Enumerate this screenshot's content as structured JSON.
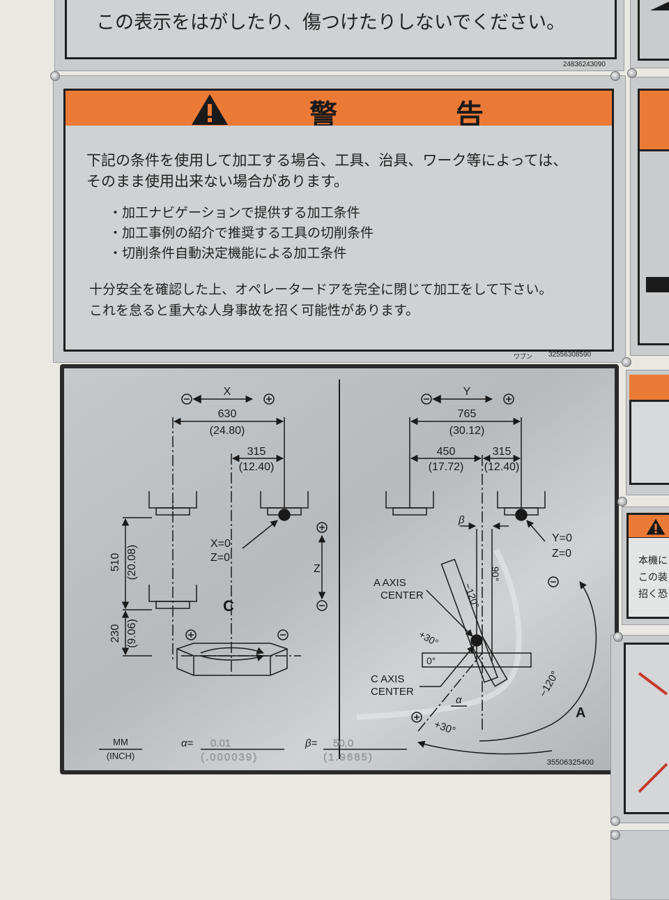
{
  "top_label": {
    "text": "この表示をはがしたり、傷つけたりしないでください。",
    "code": "24836243090"
  },
  "warning_label": {
    "title": "警　　告",
    "para1_line1": "下記の条件を使用して加工する場合、工具、治具、ワーク等によっては、",
    "para1_line2": "そのまま使用出来ない場合があります。",
    "bullets": [
      "・加工ナビゲーションで提供する加工条件",
      "・加工事例の紹介で推奨する工具の切削条件",
      "・切削条件自動決定機能による加工条件"
    ],
    "para2_line1": "十分安全を確認した上、オペレータードアを完全に閉じて加工をして下さい。",
    "para2_line2": "これを怠ると重大な人身事故を招く可能性があります。",
    "footer_left": "ワブン",
    "footer_code": "32556308590"
  },
  "axis_plate": {
    "left": {
      "axis": "X",
      "minus": "−",
      "plus": "+",
      "dim1": "630",
      "dim1_in": "(24.80)",
      "dim2": "315",
      "dim2_in": "(12.40)",
      "zero1": "X=0",
      "zero2": "Z=0",
      "z_axis": "Z",
      "vdim1": "510",
      "vdim1_in": "(20.08)",
      "vdim2": "230",
      "vdim2_in": "(9.06)",
      "c_label": "C"
    },
    "right": {
      "axis": "Y",
      "minus": "−",
      "plus": "+",
      "dim1": "765",
      "dim1_in": "(30.12)",
      "dim2": "450",
      "dim2_in": "(17.72)",
      "dim3": "315",
      "dim3_in": "(12.40)",
      "zero1": "Y=0",
      "zero2": "Z=0",
      "beta": "β",
      "alpha": "α",
      "a_center_1": "A AXIS",
      "a_center_2": "CENTER",
      "c_center_1": "C AXIS",
      "c_center_2": "CENTER",
      "angle_m120_box": "−120°",
      "angle_90": "90°",
      "angle_p30_box": "+30°",
      "angle_0": "0°",
      "arc_m120": "−120°",
      "arc_p30": "+30°",
      "a_label": "A"
    },
    "units_top": "MM",
    "units_bottom": "(INCH)",
    "alpha_eq": "α=",
    "alpha_val": "0.01",
    "alpha_val_in": "(.000039)",
    "beta_eq": "β=",
    "beta_val": "50.0",
    "beta_val_in": "(1.9685)",
    "code": "35506325400"
  },
  "right_partial": {
    "line1": "本機に",
    "line2": "この装",
    "line3": "招く恐"
  },
  "colors": {
    "orange": "#ec7a37",
    "plate": "#c9cbcc",
    "wall": "#e9e8e3"
  }
}
